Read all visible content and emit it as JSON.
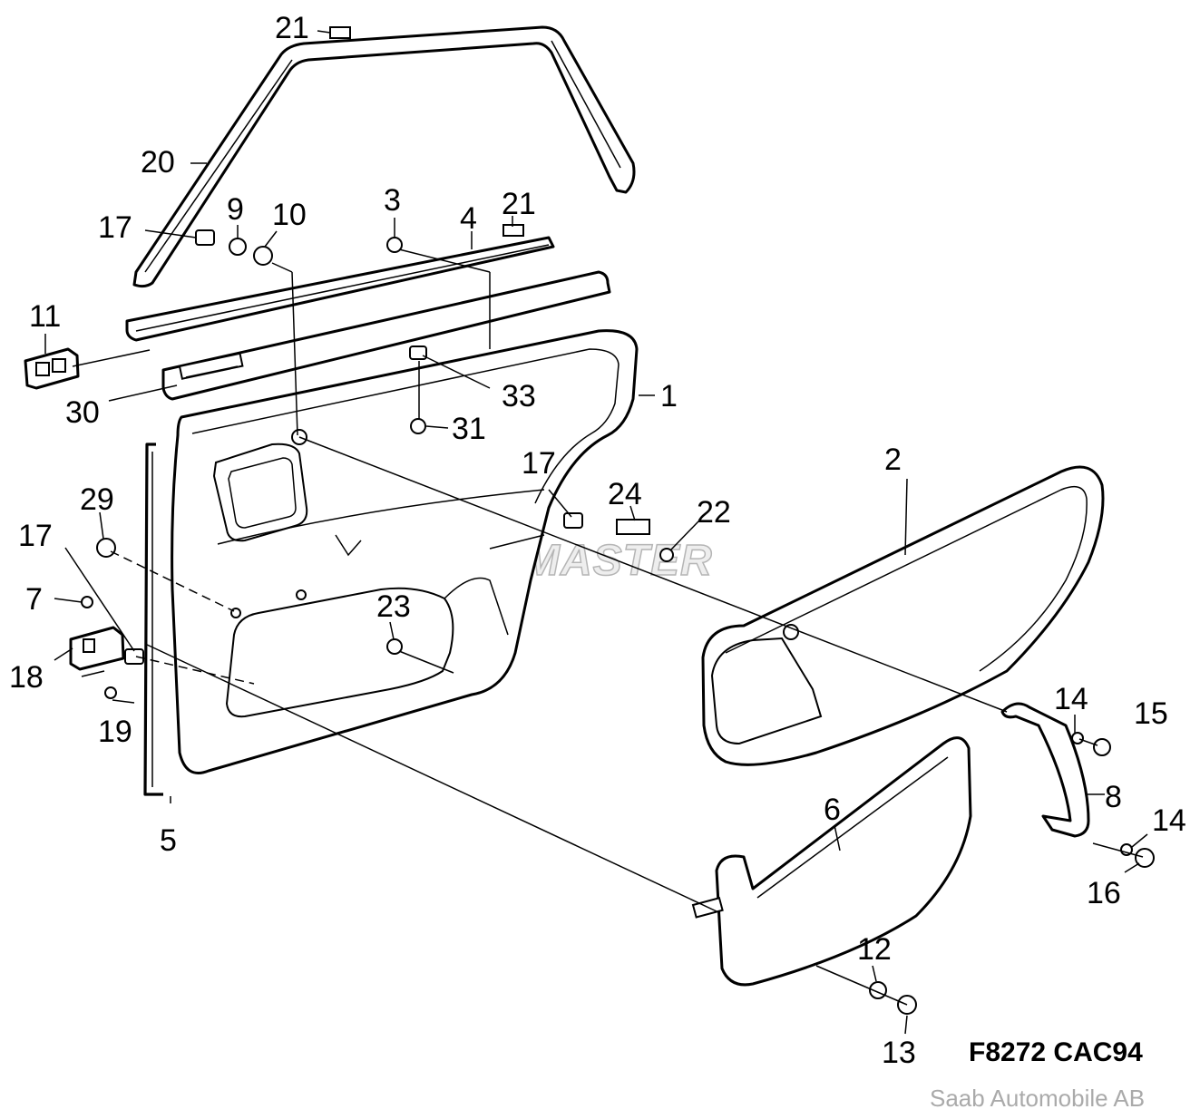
{
  "figure_code": "F8272 CAC94",
  "copyright": "Saab Automobile AB",
  "watermark": "SAAB-MASTER",
  "callouts": [
    {
      "id": "c1",
      "text": "1"
    },
    {
      "id": "c2",
      "text": "2"
    },
    {
      "id": "c3",
      "text": "3"
    },
    {
      "id": "c4",
      "text": "4"
    },
    {
      "id": "c5",
      "text": "5"
    },
    {
      "id": "c6",
      "text": "6"
    },
    {
      "id": "c7",
      "text": "7"
    },
    {
      "id": "c8",
      "text": "8"
    },
    {
      "id": "c9",
      "text": "9"
    },
    {
      "id": "c10",
      "text": "10"
    },
    {
      "id": "c11",
      "text": "11"
    },
    {
      "id": "c12",
      "text": "12"
    },
    {
      "id": "c13",
      "text": "13"
    },
    {
      "id": "c14a",
      "text": "14"
    },
    {
      "id": "c14b",
      "text": "14"
    },
    {
      "id": "c15",
      "text": "15"
    },
    {
      "id": "c16",
      "text": "16"
    },
    {
      "id": "c17a",
      "text": "17"
    },
    {
      "id": "c17b",
      "text": "17"
    },
    {
      "id": "c17c",
      "text": "17"
    },
    {
      "id": "c18",
      "text": "18"
    },
    {
      "id": "c19",
      "text": "19"
    },
    {
      "id": "c20",
      "text": "20"
    },
    {
      "id": "c21a",
      "text": "21"
    },
    {
      "id": "c21b",
      "text": "21"
    },
    {
      "id": "c22",
      "text": "22"
    },
    {
      "id": "c23",
      "text": "23"
    },
    {
      "id": "c24",
      "text": "24"
    },
    {
      "id": "c29",
      "text": "29"
    },
    {
      "id": "c30",
      "text": "30"
    },
    {
      "id": "c31",
      "text": "31"
    },
    {
      "id": "c33",
      "text": "33"
    }
  ]
}
